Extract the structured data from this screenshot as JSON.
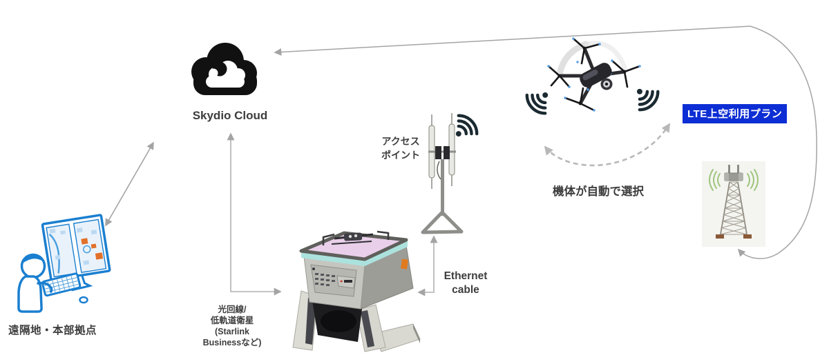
{
  "diagram": {
    "cloud": {
      "label": "Skydio Cloud"
    },
    "operator": {
      "label": "遠隔地・本部拠点"
    },
    "access_point": {
      "label_line1": "アクセス",
      "label_line2": "ポイント"
    },
    "ethernet": {
      "label_line1": "Ethernet",
      "label_line2": "cable"
    },
    "uplink": {
      "label_line1": "光回線/",
      "label_line2": "低軌道衛星",
      "label_line3": "(Starlink",
      "label_line4": "Businessなど)"
    },
    "lte": {
      "badge": "LTE上空利用プラン"
    },
    "drone": {
      "note": "機体が自動で選択"
    }
  },
  "icons": {
    "cloud": "skydio-cloud-glyph",
    "operator": "operator-at-dual-monitor-workstation",
    "dock": "skydio-drone-dock",
    "access_point": "antenna-access-point-on-tripod",
    "drone": "quadcopter-drone",
    "tower": "lte-cell-tower",
    "wifi": "wifi-signal-arcs-with-dot"
  },
  "colors": {
    "lte_badge_bg": "#0d2ed4",
    "lte_badge_text": "#ffffff",
    "label_text": "#3d3d3d",
    "operator_blue": "#1a7fd0",
    "arrow_gray": "#a4a4a4",
    "dashed_arrow_gray": "#b8b8b8",
    "wifi_dark": "#1b2a31",
    "dock_pad_pink": "#e9cfe9",
    "dock_accent_teal": "#ace2de",
    "tower_signal_green": "#9dc57d",
    "cloud_black": "#111111",
    "marker_orange": "#e2702a"
  }
}
